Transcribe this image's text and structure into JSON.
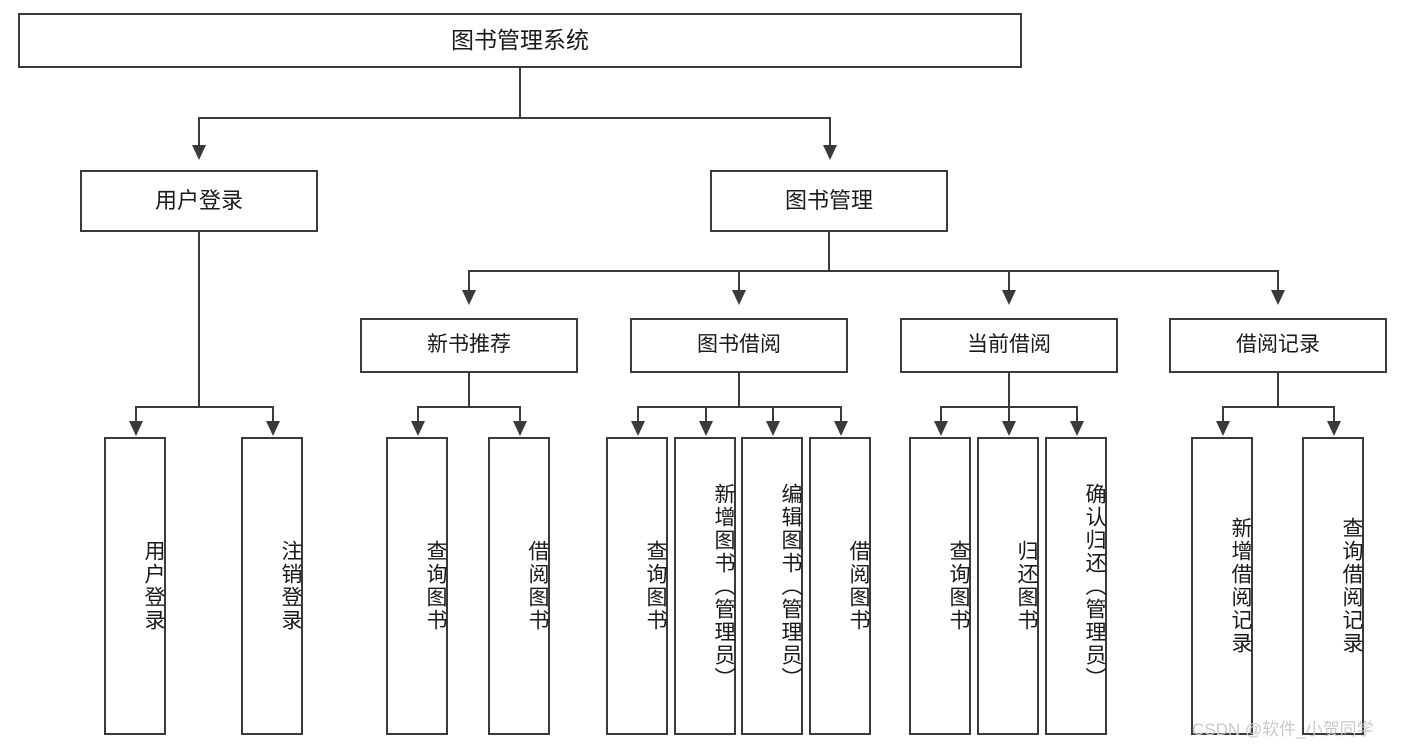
{
  "diagram": {
    "title": "图书管理系统",
    "type": "tree-hierarchy",
    "root": {
      "label": "图书管理系统"
    },
    "level1": [
      {
        "label": "用户登录"
      },
      {
        "label": "图书管理"
      }
    ],
    "level2": [
      {
        "label": "新书推荐"
      },
      {
        "label": "图书借阅"
      },
      {
        "label": "当前借阅"
      },
      {
        "label": "借阅记录"
      }
    ],
    "leaves": {
      "user_login": [
        {
          "label": "用户登录"
        },
        {
          "label": "注销登录"
        }
      ],
      "new_book_recommend": [
        {
          "label": "查询图书"
        },
        {
          "label": "借阅图书"
        }
      ],
      "book_borrow": [
        {
          "label": "查询图书"
        },
        {
          "label": "新增图书（管理员）"
        },
        {
          "label": "编辑图书（管理员）"
        },
        {
          "label": "借阅图书"
        }
      ],
      "current_borrow": [
        {
          "label": "查询图书"
        },
        {
          "label": "归还图书"
        },
        {
          "label": "确认归还（管理员）"
        }
      ],
      "borrow_record": [
        {
          "label": "新增借阅记录"
        },
        {
          "label": "查询借阅记录"
        }
      ]
    }
  },
  "watermark": {
    "text": "CSDN @软件_小贺同学"
  },
  "colors": {
    "stroke": "#3a3a3a",
    "fill": "#ffffff",
    "text": "#1a1a1a",
    "watermark": "#c9c9c9"
  }
}
